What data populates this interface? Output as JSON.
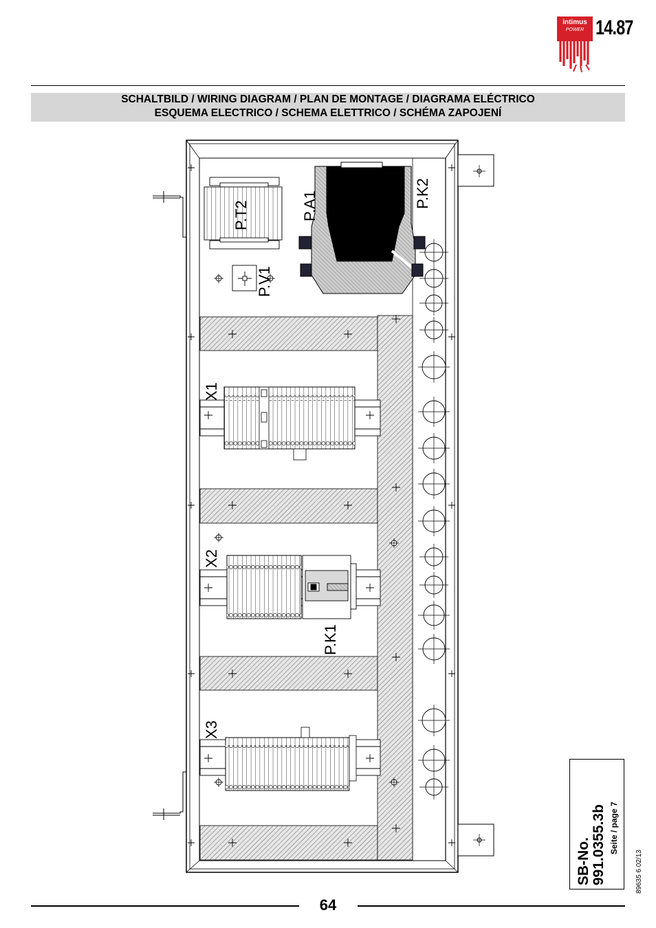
{
  "logo": {
    "brand": "intimus",
    "sub": "POWER"
  },
  "page_code": "14.87",
  "title": {
    "line1": "SCHALTBILD / WIRING DIAGRAM / PLAN DE MONTAGE / DIAGRAMA ELÉCTRICO",
    "line2": "ESQUEMA ELECTRICO / SCHEMA ELETTRICO / SCHÉMA ZAPOJENÍ"
  },
  "diagram": {
    "labels": {
      "pt2": "P.T2",
      "pv1": "P.V1",
      "pa1": "P.A1",
      "pk2": "P.K2",
      "x1": "X1",
      "x2": "X2",
      "pk1": "P.K1",
      "x3": "X3"
    }
  },
  "sb": {
    "label": "SB-No.",
    "number": "991.0355.3b",
    "page": "Seite / page 7"
  },
  "docref": "89635 6 02/13",
  "page_number": "64"
}
